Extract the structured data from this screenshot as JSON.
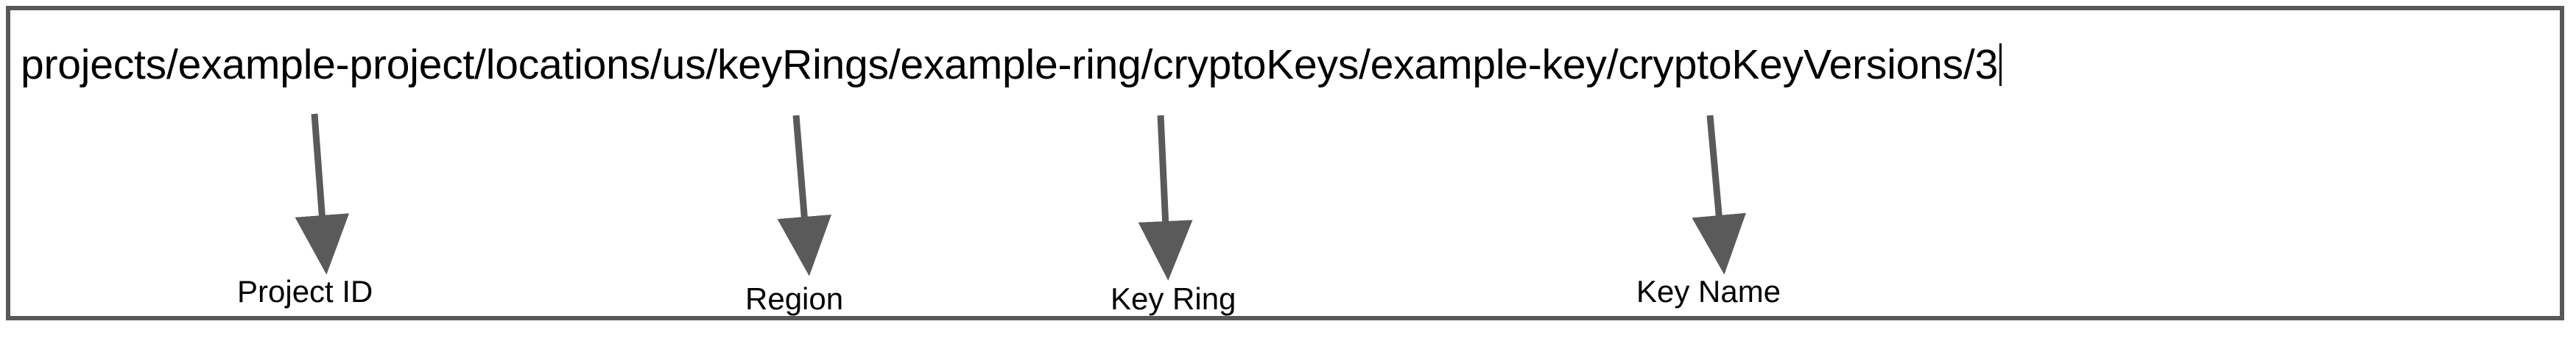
{
  "diagram": {
    "title_text": "projects/example-project/locations/us/keyRings/example-ring/cryptoKeys/example-key/cryptoKeyVersions/3",
    "frame_color": "#585858",
    "arrow_color": "#5a5a5a",
    "text_color": "#000000",
    "background_color": "#ffffff",
    "caret_visible": "true",
    "resource_path": {
      "full": "projects/example-project/locations/us/keyRings/example-ring/cryptoKeys/example-key/cryptoKeyVersions/3",
      "segments": [
        {
          "collection": "projects",
          "value": "example-project",
          "label": "Project ID"
        },
        {
          "collection": "locations",
          "value": "us",
          "label": "Region"
        },
        {
          "collection": "keyRings",
          "value": "example-ring",
          "label": "Key Ring"
        },
        {
          "collection": "cryptoKeys",
          "value": "example-key",
          "label": "Key Name"
        },
        {
          "collection": "cryptoKeyVersions",
          "value": "3",
          "label": ""
        }
      ]
    },
    "callouts": [
      {
        "label": "Project ID"
      },
      {
        "label": "Region"
      },
      {
        "label": "Key Ring"
      },
      {
        "label": "Key Name"
      }
    ]
  }
}
